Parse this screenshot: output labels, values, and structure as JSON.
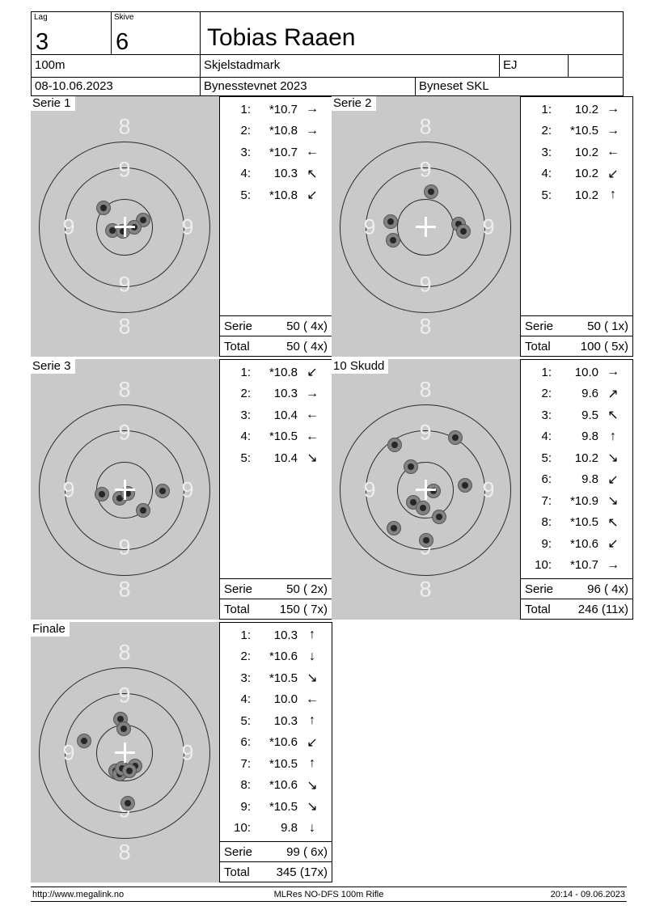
{
  "header": {
    "lag_label": "Lag",
    "lag_value": "3",
    "skive_label": "Skive",
    "skive_value": "6",
    "name": "Tobias Raaen",
    "distance": "100m",
    "venue": "Skjelstadmark",
    "class": "EJ",
    "dates": "08-10.06.2023",
    "event": "Bynesstevnet 2023",
    "club": "Byneset SKL"
  },
  "rings": {
    "eight": "8",
    "nine": "9"
  },
  "panels": [
    {
      "title": "Serie 1",
      "shots": [
        {
          "n": "1:",
          "v": "*10.7",
          "a": "→"
        },
        {
          "n": "2:",
          "v": "*10.8",
          "a": "→"
        },
        {
          "n": "3:",
          "v": "*10.7",
          "a": "←"
        },
        {
          "n": "4:",
          "v": "10.3",
          "a": "↖"
        },
        {
          "n": "5:",
          "v": "*10.8",
          "a": "↙"
        }
      ],
      "serie_label": "Serie",
      "serie_value": "50 ( 4x)",
      "total_label": "Total",
      "total_value": "50 ( 4x)",
      "holes": [
        [
          90,
          138
        ],
        [
          139,
          153
        ],
        [
          101,
          166
        ],
        [
          114,
          167
        ],
        [
          128,
          162
        ]
      ]
    },
    {
      "title": "Serie 2",
      "shots": [
        {
          "n": "1:",
          "v": "10.2",
          "a": "→"
        },
        {
          "n": "2:",
          "v": "*10.5",
          "a": "→"
        },
        {
          "n": "3:",
          "v": "10.2",
          "a": "←"
        },
        {
          "n": "4:",
          "v": "10.2",
          "a": "↙"
        },
        {
          "n": "5:",
          "v": "10.2",
          "a": "↑"
        }
      ],
      "serie_label": "Serie",
      "serie_value": "50 ( 1x)",
      "total_label": "Total",
      "total_value": "100 ( 5x)",
      "holes": [
        [
          123,
          118
        ],
        [
          73,
          155
        ],
        [
          76,
          178
        ],
        [
          157,
          158
        ],
        [
          163,
          167
        ]
      ]
    },
    {
      "title": "Serie 3",
      "shots": [
        {
          "n": "1:",
          "v": "*10.8",
          "a": "↙"
        },
        {
          "n": "2:",
          "v": "10.3",
          "a": "→"
        },
        {
          "n": "3:",
          "v": "10.4",
          "a": "←"
        },
        {
          "n": "4:",
          "v": "*10.5",
          "a": "←"
        },
        {
          "n": "5:",
          "v": "10.4",
          "a": "↘"
        }
      ],
      "serie_label": "Serie",
      "serie_value": "50 ( 2x)",
      "total_label": "Total",
      "total_value": "150 ( 7x)",
      "holes": [
        [
          88,
          167
        ],
        [
          110,
          172
        ],
        [
          120,
          166
        ],
        [
          163,
          163
        ],
        [
          139,
          187
        ]
      ]
    },
    {
      "title": "10 Skudd",
      "shots": [
        {
          "n": "1:",
          "v": "10.0",
          "a": "→"
        },
        {
          "n": "2:",
          "v": "9.6",
          "a": "↗"
        },
        {
          "n": "3:",
          "v": "9.5",
          "a": "↖"
        },
        {
          "n": "4:",
          "v": "9.8",
          "a": "↑"
        },
        {
          "n": "5:",
          "v": "10.2",
          "a": "↘"
        },
        {
          "n": "6:",
          "v": "9.8",
          "a": "↙"
        },
        {
          "n": "7:",
          "v": "*10.9",
          "a": "↘"
        },
        {
          "n": "8:",
          "v": "*10.5",
          "a": "↖"
        },
        {
          "n": "9:",
          "v": "*10.6",
          "a": "↙"
        },
        {
          "n": "10:",
          "v": "*10.7",
          "a": "→"
        }
      ],
      "serie_label": "Serie",
      "serie_value": "96 ( 4x)",
      "total_label": "Total",
      "total_value": "246 (11x)",
      "holes": [
        [
          78,
          106
        ],
        [
          153,
          97
        ],
        [
          98,
          133
        ],
        [
          165,
          156
        ],
        [
          126,
          163
        ],
        [
          101,
          177
        ],
        [
          113,
          184
        ],
        [
          133,
          195
        ],
        [
          77,
          209
        ],
        [
          117,
          224
        ]
      ]
    },
    {
      "title": "Finale",
      "shots": [
        {
          "n": "1:",
          "v": "10.3",
          "a": "↑"
        },
        {
          "n": "2:",
          "v": "*10.6",
          "a": "↓"
        },
        {
          "n": "3:",
          "v": "*10.5",
          "a": "↘"
        },
        {
          "n": "4:",
          "v": "10.0",
          "a": "←"
        },
        {
          "n": "5:",
          "v": "10.3",
          "a": "↑"
        },
        {
          "n": "6:",
          "v": "*10.6",
          "a": "↙"
        },
        {
          "n": "7:",
          "v": "*10.5",
          "a": "↑"
        },
        {
          "n": "8:",
          "v": "*10.6",
          "a": "↘"
        },
        {
          "n": "9:",
          "v": "*10.5",
          "a": "↘"
        },
        {
          "n": "10:",
          "v": "9.8",
          "a": "↓"
        }
      ],
      "serie_label": "Serie",
      "serie_value": "99 ( 6x)",
      "total_label": "Total",
      "total_value": "345 (17x)",
      "holes": [
        [
          111,
          120
        ],
        [
          115,
          132
        ],
        [
          66,
          147
        ],
        [
          105,
          184
        ],
        [
          117,
          184
        ],
        [
          129,
          178
        ],
        [
          110,
          188
        ],
        [
          113,
          181
        ],
        [
          122,
          184
        ],
        [
          120,
          224
        ]
      ]
    }
  ],
  "footer": {
    "url": "http://www.megalink.no",
    "center": "MLRes NO-DFS 100m Rifle",
    "right": "20:14 - 09.06.2023"
  }
}
